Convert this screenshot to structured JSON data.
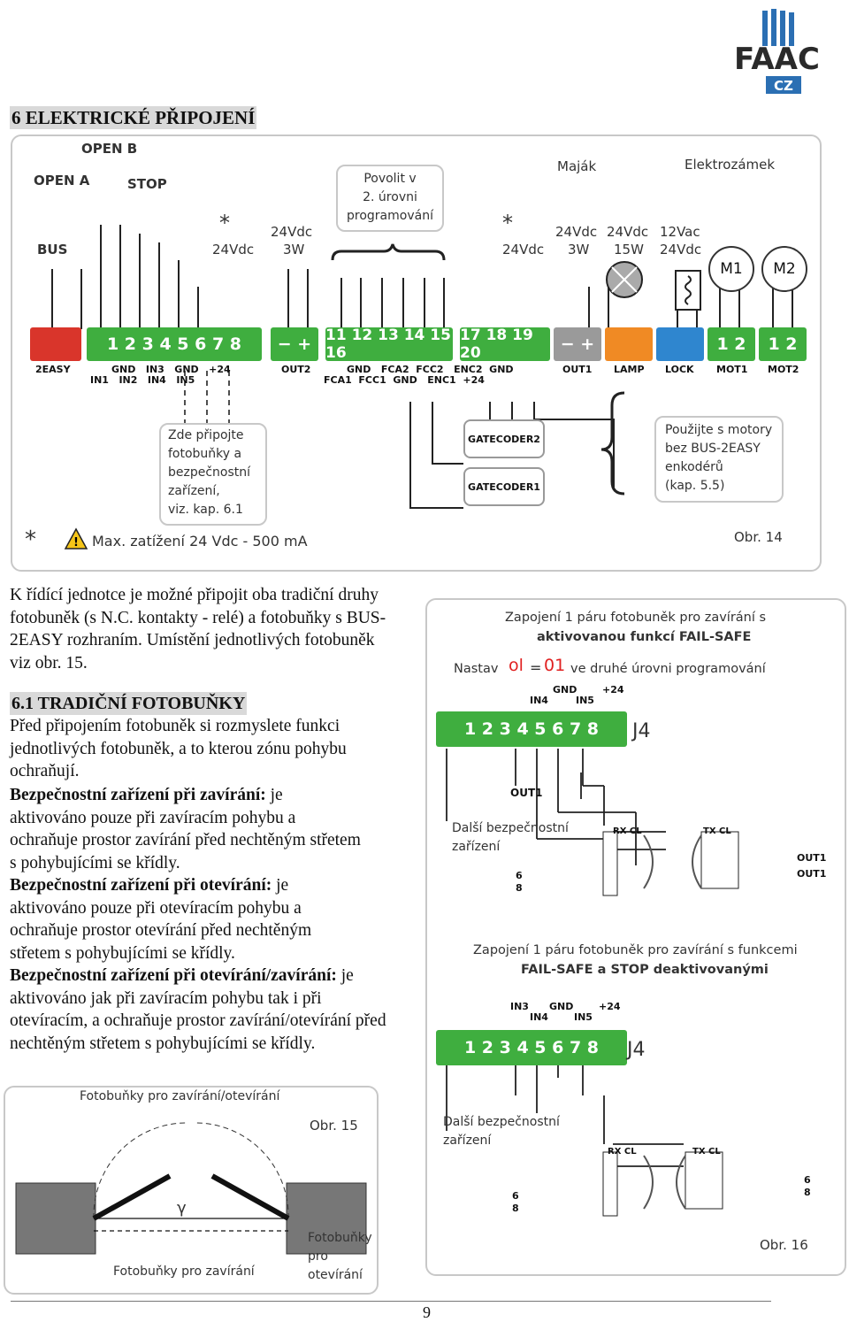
{
  "logo": {
    "brand": "FAAC",
    "sub": "CZ"
  },
  "section_heading": "6 ELEKTRICKÉ PŘIPOJENÍ",
  "diagram14": {
    "labels": {
      "open_b": "OPEN B",
      "open_a": "OPEN A",
      "stop": "STOP",
      "bus": "BUS",
      "v24dc_a": "24Vdc",
      "v24_3w_a": "24Vdc",
      "w3_a": "3W",
      "povolit": "Povolit v\n2. úrovni\nprogramování",
      "majak": "Maják",
      "elektrozamek": "Elektrozámek",
      "v24dc_b": "24Vdc",
      "v24_3w_b": "24Vdc",
      "w3_b": "3W",
      "v24_15w": "24Vdc",
      "w15": "15W",
      "v12ac": "12Vac",
      "v24dc_c": "24Vdc",
      "m1": "M1",
      "m2": "M2",
      "star": "*"
    },
    "terminals": {
      "t1_8": "1 2 3 4 5 6 7 8",
      "out2": "− +",
      "t11_16": "11 12 13 14 15 16",
      "t17_20": "17 18 19 20",
      "out1": "− +",
      "mot1": "1 2",
      "mot2": "1 2"
    },
    "under_labels": {
      "easy": "2EASY",
      "row1": "GND   IN3   GND   +24",
      "row2": "IN1   IN2   IN4   IN5",
      "out2": "OUT2",
      "row3": "GND   FCA2  FCC2   ENC2  GND",
      "row4": "FCA1  FCC1  GND   ENC1  +24",
      "out1": "OUT1",
      "lamp": "LAMP",
      "lock": "LOCK",
      "mot1": "MOT1",
      "mot2": "MOT2"
    },
    "gatecoder2": "GATECODER2",
    "gatecoder1": "GATECODER1",
    "note_left": "Zde připojte\nfotobuňky a\nbezpečnostní\nzařízení,\nviz. kap. 6.1",
    "note_right": "Použijte s motory\nbez BUS-2EASY\nenkodérů\n(kap. 5.5)",
    "footer": "Max. zatížení 24 Vdc - 500 mA",
    "obr": "Obr. 14"
  },
  "intro": "K řídící jednotce je možné připojit oba tradiční druhy fotobuněk (s N.C. kontakty - relé) a fotobuňky s BUS-2EASY rozhraním. Umístění jednotlivých fotobuněk viz obr. 15.",
  "sub_heading": "6.1 TRADIČNÍ FOTOBUŇKY",
  "p1": "Před připojením fotobuněk si rozmyslete funkci jednotlivých fotobuněk, a to kterou zónu pohybu ochraňují.",
  "p2_bold": "Bezpečnostní zařízení při zavírání:",
  "p2": " je aktivováno pouze při zavíracím pohybu a ochraňuje prostor zavírání před nechtěným střetem s pohybujícími se křídly.",
  "p3_bold": "Bezpečnostní zařízení při otevírání:",
  "p3": " je aktivováno pouze při otevíracím pohybu a ochraňuje prostor otevírání před nechtěným střetem s pohybujícími se křídly.",
  "p4_bold": "Bezpečnostní zařízení při otevírání/zavírání:",
  "p4": " je aktivováno jak při zavíracím pohybu tak i při otevíracím, a ochraňuje prostor zavírání/otevírání před nechtěným střetem s pohybujícími se křídly.",
  "diagram15": {
    "top": "Fotobuňky pro zavírání/otevírání",
    "obr": "Obr. 15",
    "gamma": "γ",
    "right": "Fotobuňky\npro\notevírání",
    "bottom": "Fotobuňky pro zavírání"
  },
  "diagram16": {
    "title1a": "Zapojení 1 páru fotobuněk pro zavírání s",
    "title1b": "aktivovanou funkcí FAIL-SAFE",
    "nastav": "Nastav",
    "code_a": "ol",
    "eq": "=",
    "code_b": "01",
    "nastav_tail": "ve druhé úrovni programování",
    "j4": "J4",
    "gnd": "GND",
    "p24": "+24",
    "in4": "IN4",
    "in5": "IN5",
    "terms": "1 2 3 4 5 6 7 8",
    "out1": "OUT1",
    "dalsi": "Další bezpečnostní\nzařízení",
    "rxcl": "RX CL",
    "txcl": "TX CL",
    "out1_a": "OUT1",
    "out1_b": "OUT1",
    "six": "6",
    "eight": "8",
    "title2a": "Zapojení 1 páru fotobuněk pro zavírání s funkcemi",
    "title2b": "FAIL-SAFE a STOP deaktivovanými",
    "in3": "IN3",
    "gnd2": "GND",
    "p24b": "+24",
    "in4b": "IN4",
    "in5b": "IN5",
    "j4b": "J4",
    "dalsi2": "Další bezpečnostní\nzařízení",
    "rxcl2": "RX CL",
    "txcl2": "TX CL",
    "obr": "Obr. 16"
  },
  "page_number": "9"
}
